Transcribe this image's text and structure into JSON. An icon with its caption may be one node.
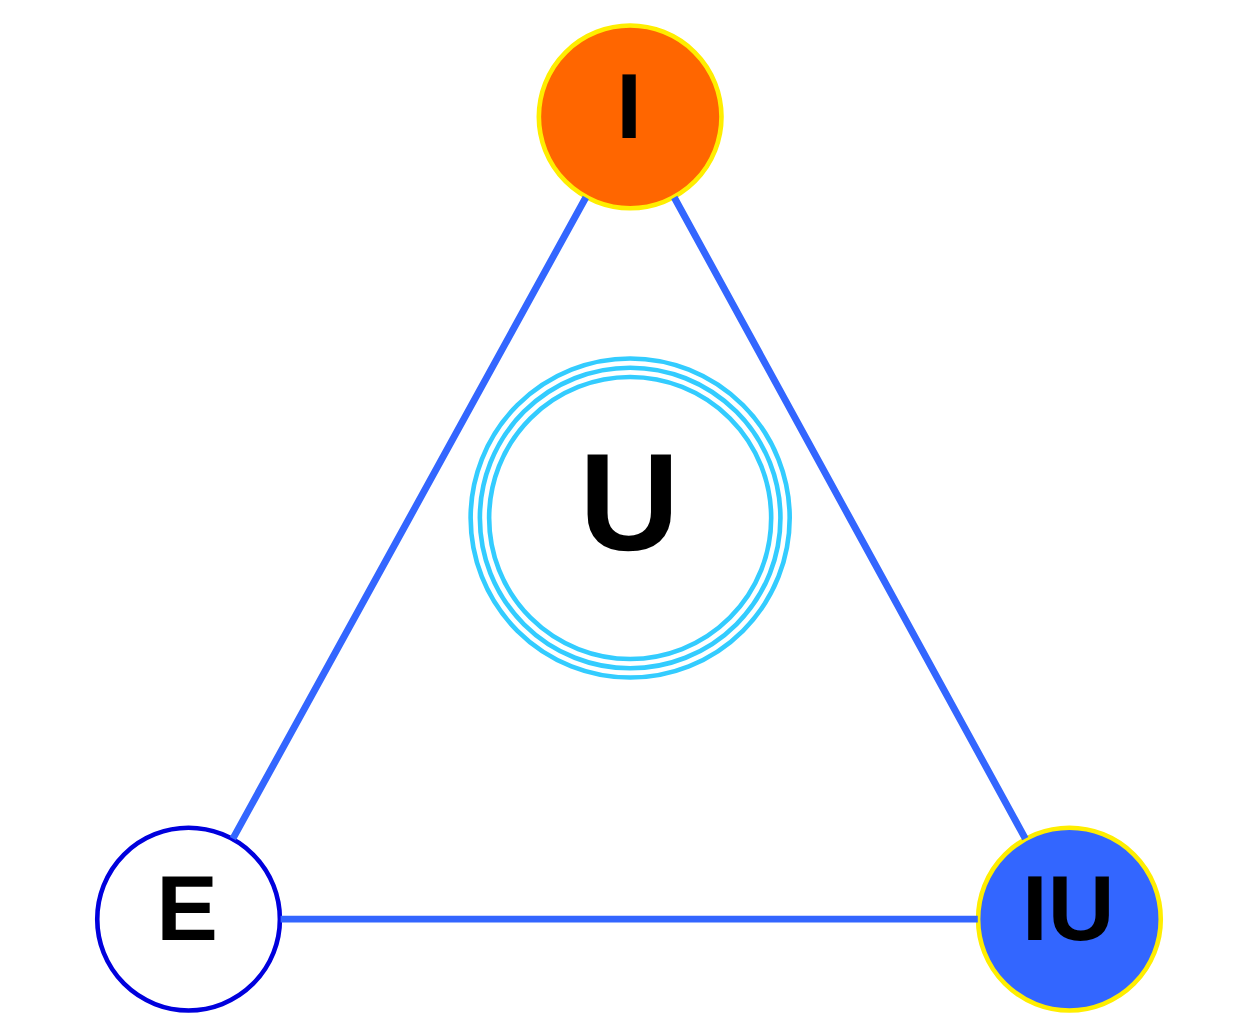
{
  "diagram": {
    "nodes": [
      {
        "text": [
          "I"
        ]
      },
      {
        "text": [
          "U"
        ]
      },
      {
        "text": [
          "E"
        ]
      },
      {
        "text": [
          "IU"
        ]
      }
    ],
    "edges": [
      {
        "from": 0,
        "to": 2,
        "arrow": "none"
      },
      {
        "from": 2,
        "to": 3,
        "arrow": "none"
      },
      {
        "from": 3,
        "to": 0,
        "arrow": "none"
      }
    ]
  }
}
